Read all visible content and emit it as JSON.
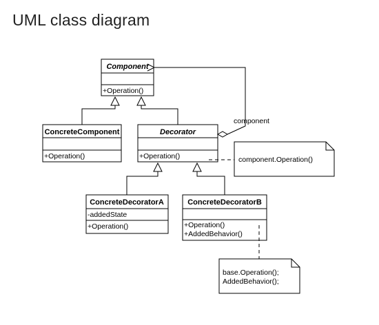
{
  "title": "UML class diagram",
  "classes": {
    "component": {
      "name": "Component",
      "abstract": true,
      "attributes": [],
      "operations": [
        "+Operation()"
      ]
    },
    "concrete_component": {
      "name": "ConcreteComponent",
      "abstract": false,
      "attributes": [],
      "operations": [
        "+Operation()"
      ]
    },
    "decorator": {
      "name": "Decorator",
      "abstract": true,
      "attributes": [],
      "operations": [
        "+Operation()"
      ]
    },
    "concrete_decorator_a": {
      "name": "ConcreteDecoratorA",
      "abstract": false,
      "attributes": [
        "-addedState"
      ],
      "operations": [
        "+Operation()"
      ]
    },
    "concrete_decorator_b": {
      "name": "ConcreteDecoratorB",
      "abstract": false,
      "attributes": [],
      "operations": [
        "+Operation()",
        "+AddedBehavior()"
      ]
    }
  },
  "association": {
    "label": "component"
  },
  "notes": {
    "decorator_note": [
      "component.Operation()"
    ],
    "decorator_b_note": [
      "base.Operation();",
      "AddedBehavior();"
    ]
  }
}
